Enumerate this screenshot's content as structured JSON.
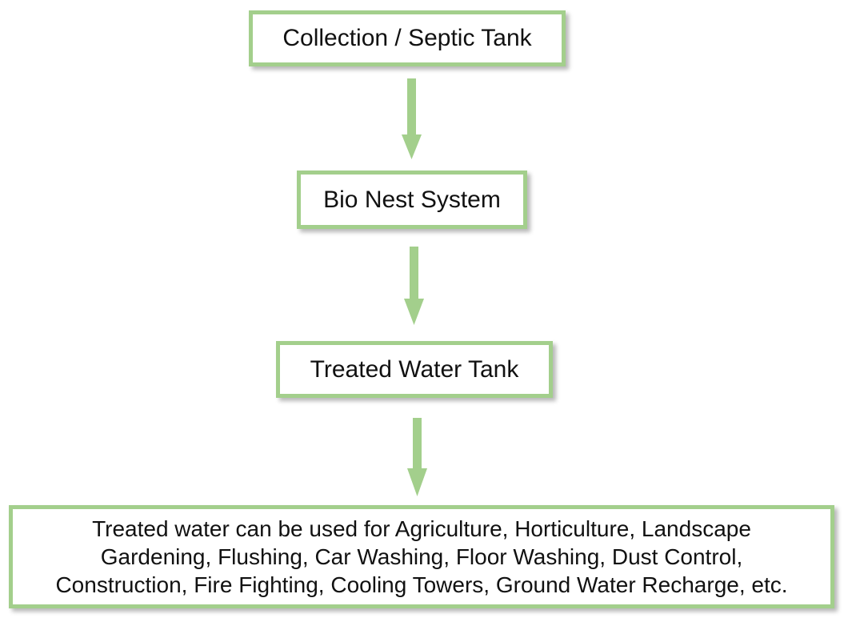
{
  "diagram": {
    "accent_color": "#a3cf8c",
    "nodes": [
      {
        "id": "collection",
        "label": "Collection / Septic Tank"
      },
      {
        "id": "bionest",
        "label": "Bio Nest System"
      },
      {
        "id": "treated",
        "label": "Treated Water Tank"
      },
      {
        "id": "uses",
        "lines": [
          "Treated water can be used for Agriculture, Horticulture, Landscape",
          "Gardening, Flushing, Car Washing, Floor Washing, Dust Control,",
          "Construction, Fire Fighting, Cooling Towers, Ground Water Recharge, etc."
        ]
      }
    ],
    "edges": [
      {
        "from": "collection",
        "to": "bionest"
      },
      {
        "from": "bionest",
        "to": "treated"
      },
      {
        "from": "treated",
        "to": "uses"
      }
    ]
  }
}
